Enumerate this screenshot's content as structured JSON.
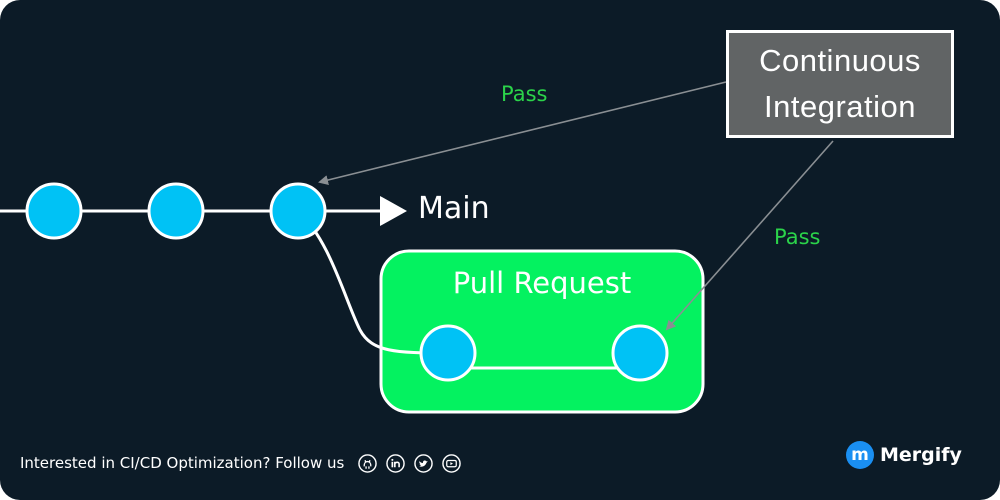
{
  "ci_box": {
    "line1": "Continuous",
    "line2": "Integration"
  },
  "pass_labels": [
    "Pass",
    "Pass"
  ],
  "branch_label": "Main",
  "pull_request_title": "Pull Request",
  "footer": {
    "text": "Interested in CI/CD Optimization? Follow us",
    "social_icons": [
      "github-icon",
      "linkedin-icon",
      "twitter-icon",
      "youtube-icon"
    ]
  },
  "brand": {
    "logo_letter": "m",
    "name": "Mergify"
  },
  "colors": {
    "background": "#0c1b27",
    "commit_fill": "#00c2f5",
    "pull_request_fill": "#04f260",
    "pass_text": "#2bd34a",
    "ci_box_fill": "#616465",
    "arrow_gray": "#8a8f93",
    "brand_blue": "#1a8ff2"
  }
}
